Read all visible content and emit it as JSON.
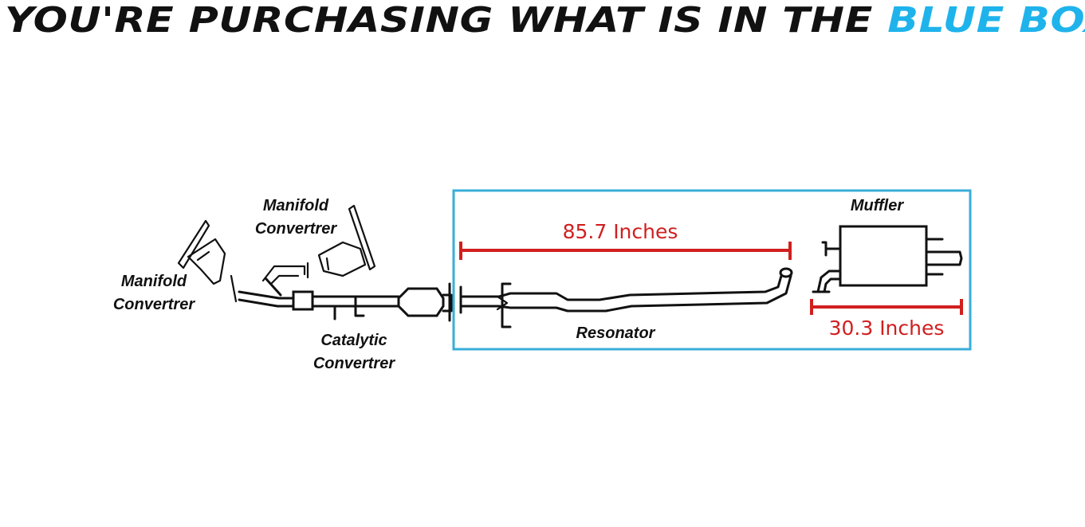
{
  "banner": {
    "text_main": "YOU'RE PURCHASING WHAT IS IN THE",
    "text_accent": "BLUE BOX"
  },
  "labels": {
    "manifold_left_line1": "Manifold",
    "manifold_left_line2": "Convertrer",
    "manifold_top_line1": "Manifold",
    "manifold_top_line2": "Convertrer",
    "catalytic_line1": "Catalytic",
    "catalytic_line2": "Convertrer",
    "resonator": "Resonator",
    "muffler": "Muffler"
  },
  "dimensions": {
    "pipe_length": "85.7 Inches",
    "muffler_length": "30.3 Inches"
  },
  "colors": {
    "accent": "#1fb3ec",
    "dimension": "#d11f1f",
    "highlight_box": "#3aaed8"
  }
}
